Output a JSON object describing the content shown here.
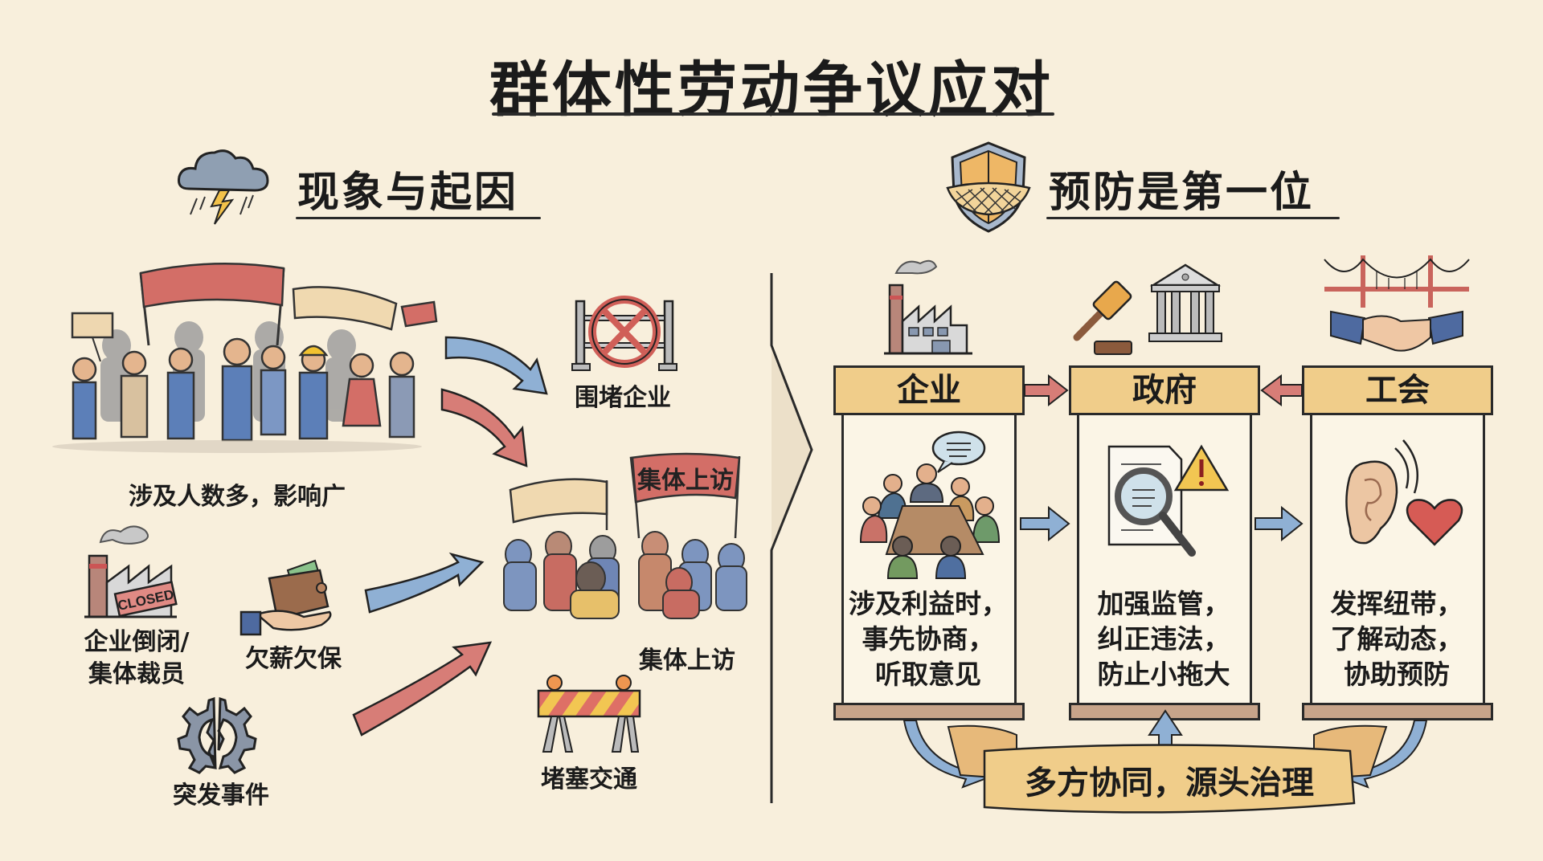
{
  "title": "群体性劳动争议应对",
  "left_section": {
    "heading": "现象与起因",
    "icon": "storm-cloud-icon",
    "crowd_caption": "涉及人数多，影响广",
    "causes": [
      {
        "icon": "closed-factory-icon",
        "label_line1": "企业倒闭/",
        "label_line2": "集体裁员",
        "sign": "CLOSED"
      },
      {
        "icon": "wallet-hand-icon",
        "label": "欠薪欠保"
      },
      {
        "icon": "broken-gear-icon",
        "label": "突发事件"
      }
    ],
    "outcomes": [
      {
        "icon": "blocked-gate-icon",
        "label": "围堵企业"
      },
      {
        "icon": "protest-crowd-icon",
        "label": "集体上访",
        "banner": "集体上访"
      },
      {
        "icon": "road-barrier-icon",
        "label": "堵塞交通"
      }
    ]
  },
  "right_section": {
    "heading": "预防是第一位",
    "icon": "shield-net-icon",
    "columns": [
      {
        "name": "企业",
        "top_icon": "factory-icon",
        "panel_icon": "meeting-table-icon",
        "lines": [
          "涉及利益时，",
          "事先协商，",
          "听取意见"
        ]
      },
      {
        "name": "政府",
        "top_icon": "gavel-courthouse-icon",
        "panel_icon": "document-magnifier-warning-icon",
        "lines": [
          "加强监管，",
          "纠正违法，",
          "防止小拖大"
        ]
      },
      {
        "name": "工会",
        "top_icon": "bridge-handshake-icon",
        "panel_icon": "ear-heart-icon",
        "lines": [
          "发挥纽带，",
          "了解动态，",
          "协助预防"
        ]
      }
    ],
    "ribbon": "多方协同，源头治理"
  },
  "colors": {
    "background": "#f8efdc",
    "red": "#d06a62",
    "blue": "#6f95c4",
    "yellow": "#f0cd8a",
    "ink": "#2a2a2a"
  }
}
